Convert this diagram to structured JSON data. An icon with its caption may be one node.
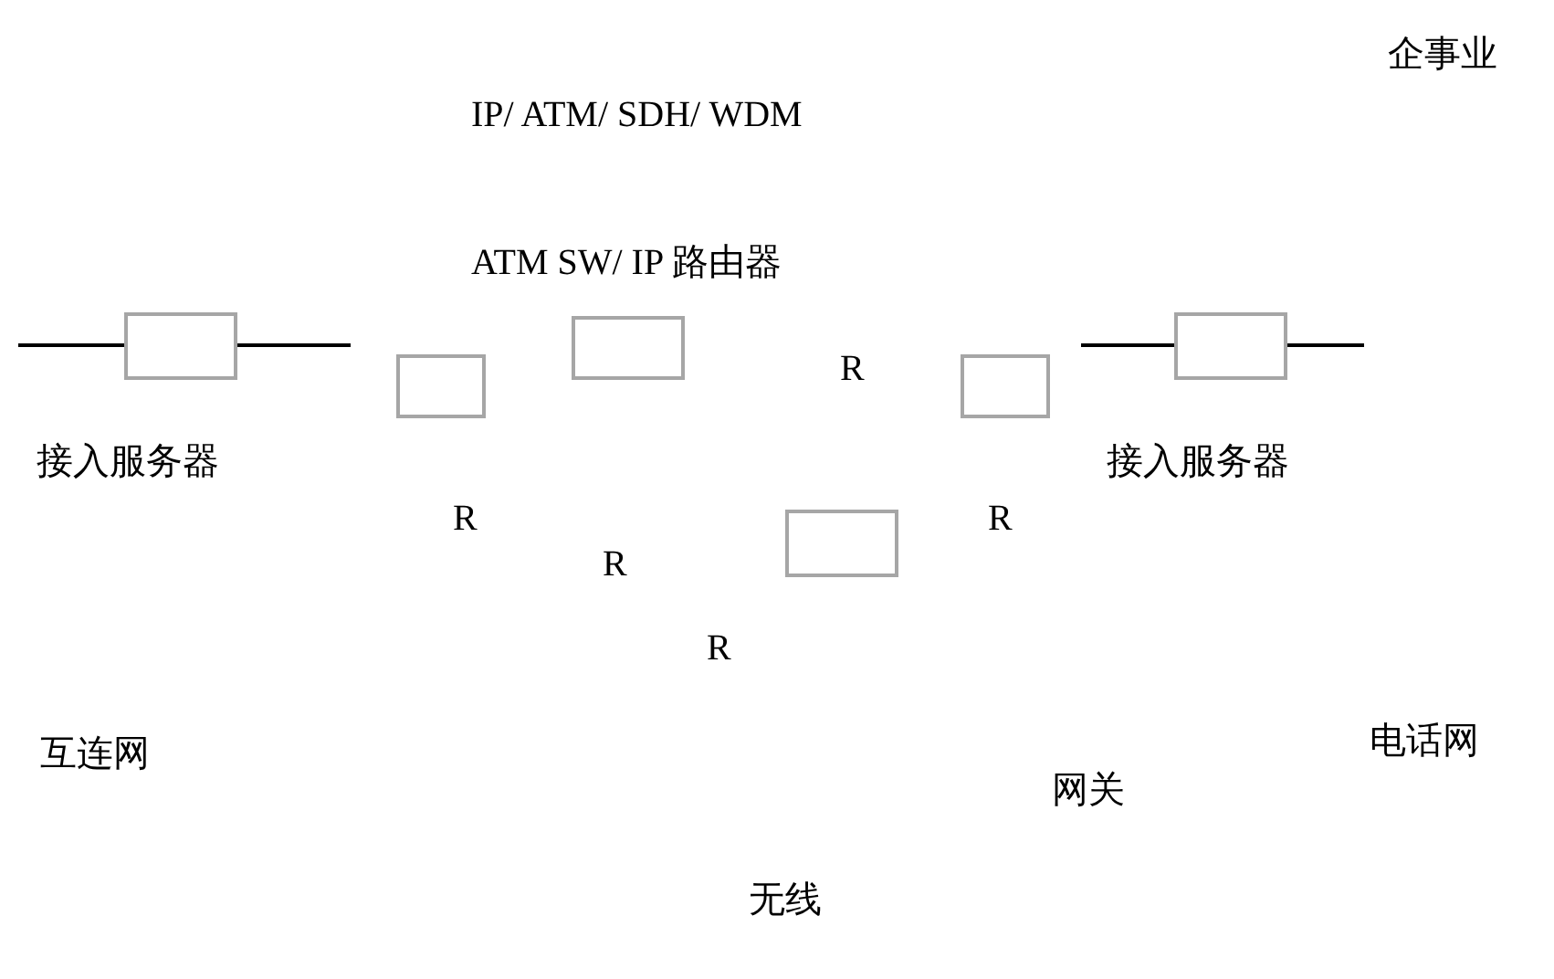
{
  "diagram": {
    "nodes": [
      {
        "text": [],
        "shape": "box"
      },
      {
        "text": [],
        "shape": "box"
      },
      {
        "text": [],
        "shape": "box"
      },
      {
        "text": [],
        "shape": "box"
      },
      {
        "text": [],
        "shape": "box"
      },
      {
        "text": [],
        "shape": "box"
      }
    ],
    "labels": [
      "企事业",
      "IP/ ATM/ SDH/ WDM",
      "ATM SW/ IP 路由器",
      "R",
      "接入服务器",
      "接入服务器",
      "R",
      "R",
      "R",
      "R",
      "互连网",
      "电话网",
      "网关",
      "无线"
    ]
  }
}
